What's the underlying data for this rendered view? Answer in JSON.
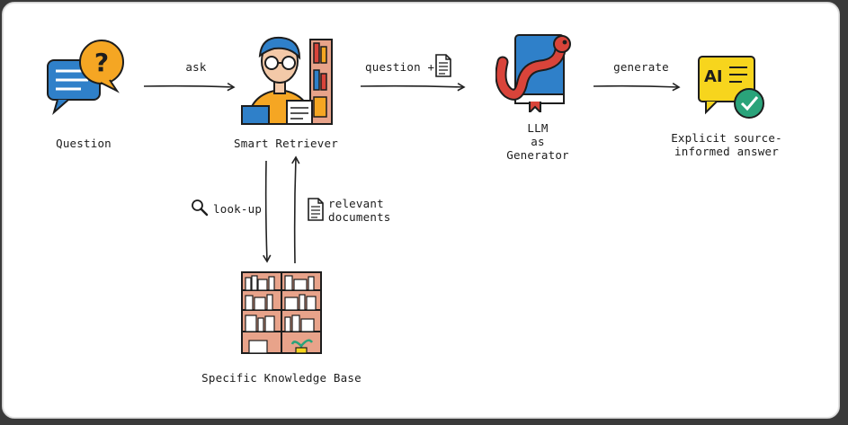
{
  "nodes": {
    "question": "Question",
    "retriever": "Smart Retriever",
    "llm_line1": "LLM",
    "llm_line2": "as",
    "llm_line3": "Generator",
    "answer_line1": "Explicit source-",
    "answer_line2": "informed answer",
    "kb": "Specific Knowledge Base"
  },
  "edges": {
    "ask": "ask",
    "question_plus": "question +",
    "generate": "generate",
    "lookup": "look-up",
    "relevant_line1": "relevant",
    "relevant_line2": "documents"
  },
  "icons": {
    "question": "speech-bubbles-question-icon",
    "retriever": "person-bookshelf-icon",
    "document": "document-icon",
    "llm": "book-worm-icon",
    "answer": "ai-answer-check-icon",
    "search": "magnifier-icon",
    "kb": "bookshelf-icon"
  },
  "colors": {
    "orange": "#f5a623",
    "blue": "#2f80c9",
    "red": "#d9443a",
    "teal": "#2aa37a",
    "shelf": "#e8a38a",
    "yellow": "#f7d51d"
  }
}
